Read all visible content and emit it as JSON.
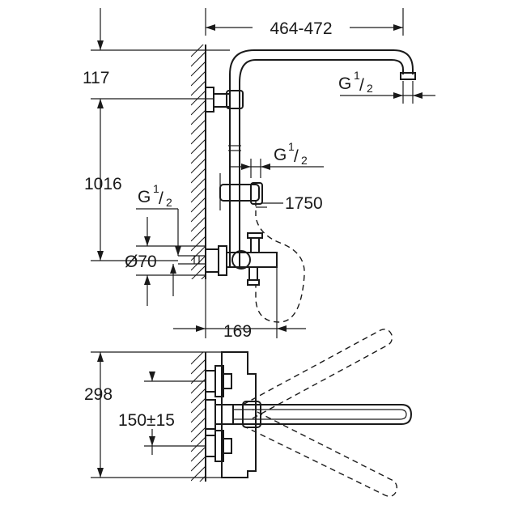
{
  "diagram": {
    "dimensions": {
      "width_range": "464-472",
      "top_offset": "117",
      "height_to_rail": "1016",
      "hose_length": "1750",
      "pipe_diameter": "Ø70",
      "spout_projection": "169",
      "depth": "298",
      "inlet_spacing": "150±15"
    },
    "threads": {
      "head_thread": "G",
      "head_thread_sup": "1",
      "head_thread_sub": "2",
      "hand_thread": "G",
      "hand_thread_sup": "1",
      "hand_thread_sub": "2",
      "inlet_thread": "G",
      "inlet_thread_sup": "1",
      "inlet_thread_sub": "2"
    }
  }
}
